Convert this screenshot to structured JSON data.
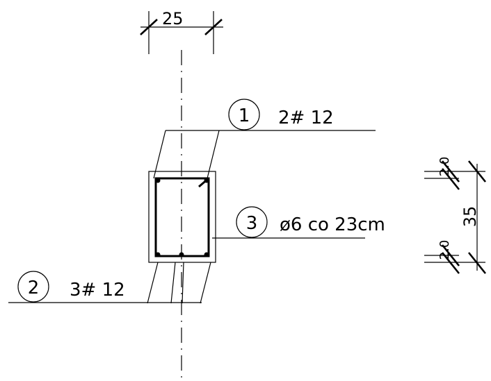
{
  "drawing": {
    "column_width_dim": "25",
    "section_height_dim": "35",
    "cover_top_dim": "2.0",
    "cover_bottom_dim": "2.0",
    "callouts": [
      {
        "number": "1",
        "text": "2# 12"
      },
      {
        "number": "2",
        "text": "3# 12"
      },
      {
        "number": "3",
        "text": "ø6 co 23cm"
      }
    ]
  }
}
